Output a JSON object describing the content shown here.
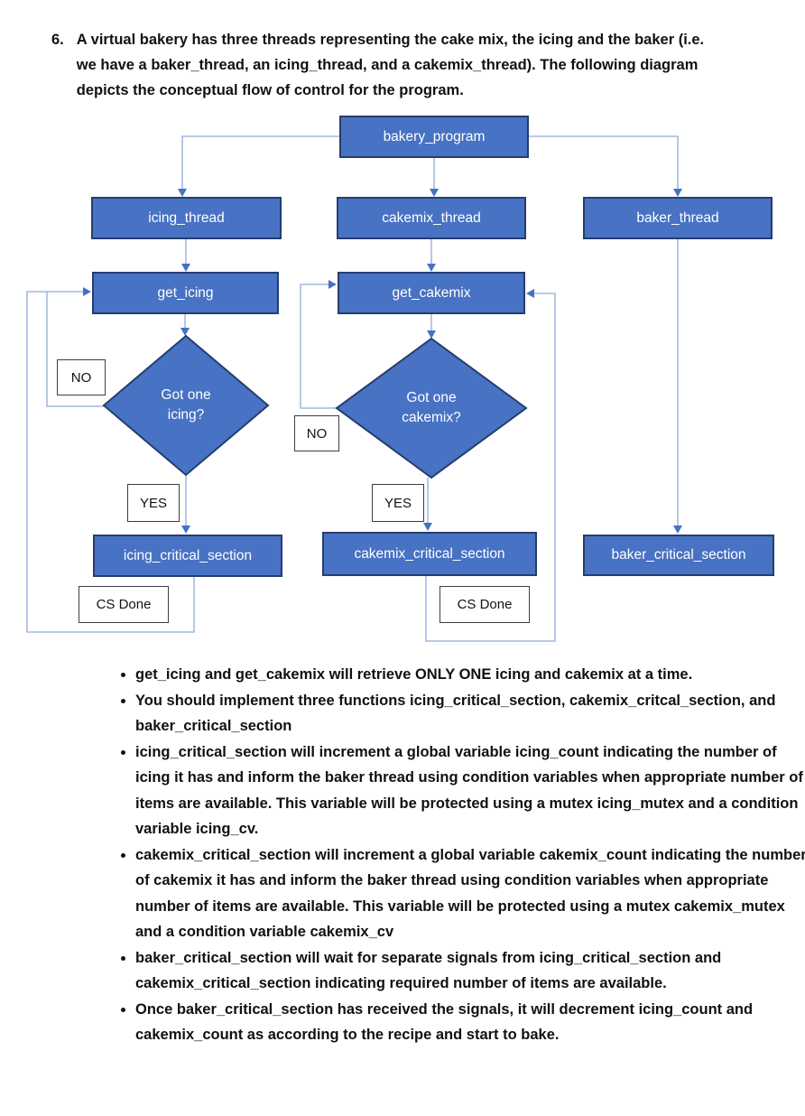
{
  "question": {
    "number": "6.",
    "text": "A virtual bakery has three threads representing the cake mix, the icing and the baker (i.e. we have a baker_thread, an icing_thread, and a cakemix_thread). The following diagram depicts the conceptual flow of control for the program."
  },
  "diagram": {
    "nodes": {
      "bakery_program": "bakery_program",
      "icing_thread": "icing_thread",
      "cakemix_thread": "cakemix_thread",
      "baker_thread": "baker_thread",
      "get_icing": "get_icing",
      "get_cakemix": "get_cakemix",
      "icing_critical_section": "icing_critical_section",
      "cakemix_critical_section": "cakemix_critical_section",
      "baker_critical_section": "baker_critical_section"
    },
    "decisions": {
      "icing": {
        "line1": "Got one",
        "line2": "icing?"
      },
      "cakemix": {
        "line1": "Got one",
        "line2": "cakemix?"
      }
    },
    "labels": {
      "no": "NO",
      "yes": "YES",
      "cs_done": "CS Done"
    }
  },
  "bullets": [
    "get_icing and get_cakemix will retrieve ONLY ONE icing and cakemix at a time.",
    "You should implement three functions icing_critical_section, cakemix_critcal_section, and baker_critical_section",
    "icing_critical_section will increment a global variable icing_count indicating the number of icing it has and inform the baker thread using condition variables when appropriate number of items are available. This variable will be protected using a mutex icing_mutex and a condition variable icing_cv.",
    "cakemix_critical_section will increment a global variable cakemix_count indicating the number of cakemix it has and inform the baker thread using condition variables when appropriate number of items are available. This variable will be protected using a mutex cakemix_mutex and a condition variable cakemix_cv",
    "baker_critical_section will wait for separate signals from icing_critical_section and cakemix_critical_section indicating required number of items are available.",
    "Once baker_critical_section has received the signals, it will decrement icing_count and cakemix_count as according to the recipe and start to bake."
  ],
  "colors": {
    "node_fill": "#4872c3",
    "node_border": "#263d6e",
    "connector": "#a3b9e2",
    "arrow": "#4472c4",
    "flag_border": "#3f3f3f"
  }
}
